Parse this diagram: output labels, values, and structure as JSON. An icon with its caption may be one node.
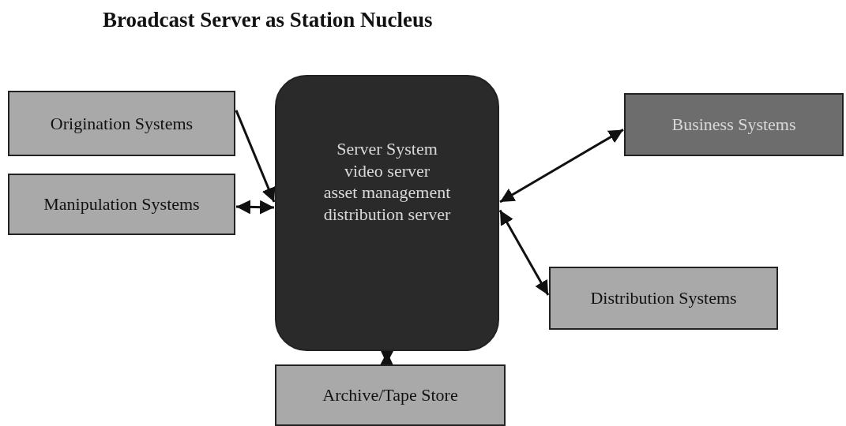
{
  "diagram": {
    "title": "Broadcast Server as Station Nucleus",
    "nodes": [
      {
        "text": [
          "Origination Systems"
        ]
      },
      {
        "text": [
          "Manipulation Systems"
        ]
      },
      {
        "text": [
          "Server System",
          "video server",
          "asset management",
          "distribution server"
        ]
      },
      {
        "text": [
          "Business Systems"
        ]
      },
      {
        "text": [
          "Distribution Systems"
        ]
      },
      {
        "text": [
          "Archive/Tape Store"
        ]
      }
    ],
    "edges": [
      {
        "from": 0,
        "to": 2,
        "arrow": "to"
      },
      {
        "from": 1,
        "to": 2,
        "arrow": "both"
      },
      {
        "from": 2,
        "to": 3,
        "arrow": "both"
      },
      {
        "from": 2,
        "to": 4,
        "arrow": "both"
      },
      {
        "from": 2,
        "to": 5,
        "arrow": "both"
      }
    ]
  }
}
